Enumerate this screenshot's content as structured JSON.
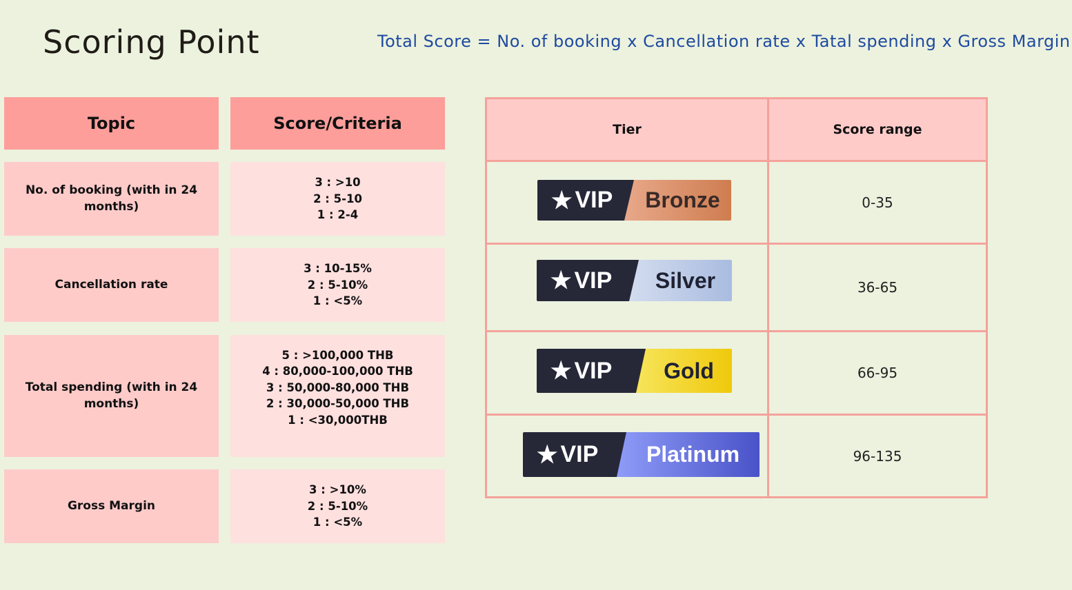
{
  "title": "Scoring Point",
  "formula": "Total Score = No. of booking x Cancellation rate x Tatal spending x Gross Margin",
  "score_table": {
    "headers": [
      "Topic",
      "Score/Criteria"
    ],
    "rows": [
      {
        "topic": "No. of booking (with in 24 months)",
        "criteria": [
          "3 : >10",
          "2 : 5-10",
          "1 : 2-4"
        ]
      },
      {
        "topic": "Cancellation rate",
        "criteria": [
          "3 : 10-15%",
          "2 : 5-10%",
          "1 : <5%"
        ]
      },
      {
        "topic": "Total spending (with in 24 months)",
        "criteria": [
          "5 : >100,000 THB",
          "4 : 80,000-100,000 THB",
          "3 : 50,000-80,000 THB",
          "2 : 30,000-50,000 THB",
          "1 : <30,000THB"
        ]
      },
      {
        "topic": "Gross Margin",
        "criteria": [
          "3 : >10%",
          "2 : 5-10%",
          "1 : <5%"
        ]
      }
    ]
  },
  "tier_table": {
    "headers": [
      "Tier",
      "Score range"
    ],
    "rows": [
      {
        "prefix": "VIP",
        "tier": "Bronze",
        "range": "0-35",
        "color_from": "#e8a88a",
        "color_to": "#cf7d4f",
        "text_color": "#3a2a28"
      },
      {
        "prefix": "VIP",
        "tier": "Silver",
        "range": "36-65",
        "color_from": "#d3dcef",
        "color_to": "#a9bce0",
        "text_color": "#1f2233"
      },
      {
        "prefix": "VIP",
        "tier": "Gold",
        "range": "66-95",
        "color_from": "#f6e45a",
        "color_to": "#f0c90c",
        "text_color": "#1f2233"
      },
      {
        "prefix": "VIP",
        "tier": "Platinum",
        "range": "96-135",
        "color_from": "#8e9cf8",
        "color_to": "#4a52c8",
        "text_color": "#ffffff"
      }
    ],
    "star_icon": "star-icon"
  }
}
